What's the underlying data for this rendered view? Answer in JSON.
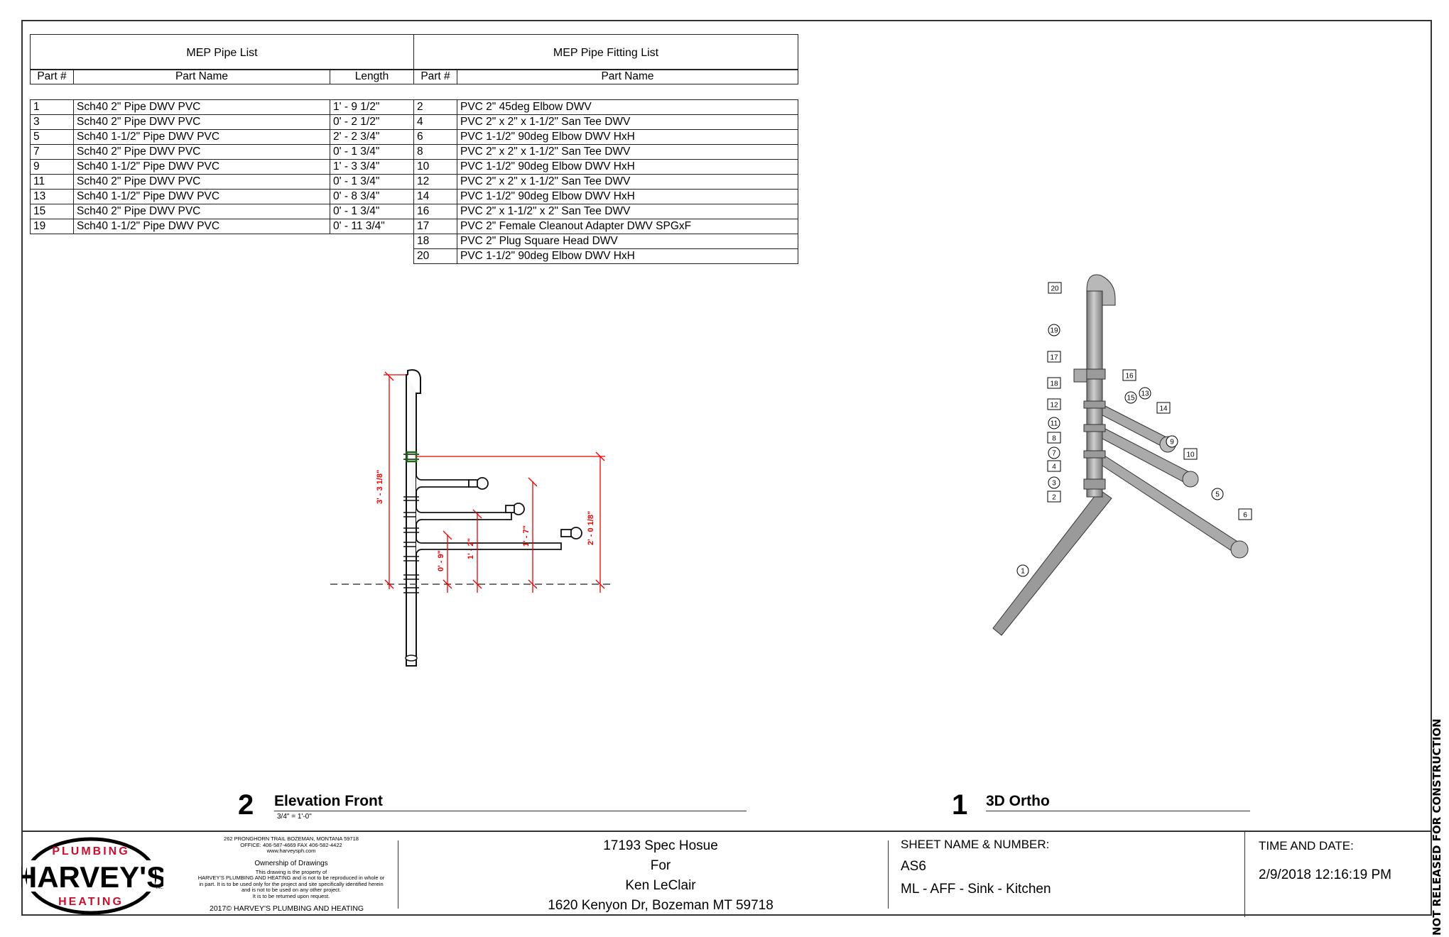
{
  "pipe_list": {
    "title": "MEP Pipe List",
    "columns": [
      "Part #",
      "Part Name",
      "Length"
    ],
    "rows": [
      [
        "1",
        "Sch40 2\" Pipe DWV PVC",
        "1' - 9 1/2\""
      ],
      [
        "3",
        "Sch40 2\" Pipe DWV PVC",
        "0' - 2 1/2\""
      ],
      [
        "5",
        "Sch40 1-1/2\" Pipe DWV PVC",
        "2' - 2 3/4\""
      ],
      [
        "7",
        "Sch40 2\" Pipe DWV PVC",
        "0' - 1 3/4\""
      ],
      [
        "9",
        "Sch40 1-1/2\" Pipe DWV PVC",
        "1' - 3 3/4\""
      ],
      [
        "11",
        "Sch40 2\" Pipe DWV PVC",
        "0' - 1 3/4\""
      ],
      [
        "13",
        "Sch40 1-1/2\" Pipe DWV PVC",
        "0' - 8 3/4\""
      ],
      [
        "15",
        "Sch40 2\" Pipe DWV PVC",
        "0' - 1 3/4\""
      ],
      [
        "19",
        "Sch40 1-1/2\" Pipe DWV PVC",
        "0' - 11 3/4\""
      ]
    ]
  },
  "fitting_list": {
    "title": "MEP Pipe Fitting List",
    "columns": [
      "Part #",
      "Part Name"
    ],
    "rows": [
      [
        "2",
        "PVC 2\" 45deg Elbow DWV"
      ],
      [
        "4",
        "PVC 2\" x 2\" x 1-1/2\" San Tee DWV"
      ],
      [
        "6",
        "PVC 1-1/2\" 90deg Elbow DWV HxH"
      ],
      [
        "8",
        "PVC 2\" x 2\" x 1-1/2\" San Tee DWV"
      ],
      [
        "10",
        "PVC 1-1/2\" 90deg Elbow DWV HxH"
      ],
      [
        "12",
        "PVC 2\" x 2\" x 1-1/2\" San Tee DWV"
      ],
      [
        "14",
        "PVC 1-1/2\" 90deg Elbow DWV HxH"
      ],
      [
        "16",
        "PVC 2\" x 1-1/2\" x 2\" San Tee DWV"
      ],
      [
        "17",
        "PVC 2\" Female Cleanout Adapter DWV SPGxF"
      ],
      [
        "18",
        "PVC 2\" Plug Square Head DWV"
      ],
      [
        "20",
        "PVC 1-1/2\" 90deg Elbow DWV HxH"
      ]
    ]
  },
  "elevation": {
    "number": "2",
    "name": "Elevation Front",
    "scale": "3/4\" = 1'-0\"",
    "dims": [
      "3' - 3 1/8\"",
      "2' - 0 1/8\"",
      "1' - 7\"",
      "1' - 2\"",
      "0' - 9\""
    ]
  },
  "ortho": {
    "number": "1",
    "name": "3D Ortho",
    "tags": [
      "20",
      "19",
      "17",
      "18",
      "16",
      "12",
      "15",
      "13",
      "14",
      "11",
      "8",
      "9",
      "10",
      "7",
      "4",
      "3",
      "2",
      "5",
      "6",
      "1"
    ]
  },
  "title_block": {
    "logo_top": "PLUMBING",
    "logo_main": "HARVEY'S",
    "logo_bottom": "HEATING",
    "logo_inc": "INC.",
    "address": "262 PRONGHORN TRAIL BOZEMAN, MONTANA 59718",
    "phone": "OFFICE: 406-587-4669 FAX 406-582-4422",
    "web": "www.harveysph.com",
    "ownership_title": "Ownership of Drawings",
    "ownership_lines": [
      "This drawing is the property of",
      "HARVEY'S PLUMBING AND HEATING and is not to be reproduced in whole or",
      "in part. It is to be used only for the project and site specifically identified herein",
      "and is not to be used on any other project.",
      "It is to be returned upon request."
    ],
    "copyright": "2017© HARVEY'S PLUMBING AND HEATING",
    "project_name": "17193 Spec Hosue",
    "project_for": "For",
    "client": "Ken LeClair",
    "project_address": "1620 Kenyon Dr, Bozeman MT 59718",
    "sheet_label": "SHEET NAME & NUMBER:",
    "sheet_number": "AS6",
    "sheet_name": "ML - AFF - Sink - Kitchen",
    "time_label": "TIME AND DATE:",
    "time_value": "2/9/2018 12:16:19 PM"
  },
  "side_note": "NOT RELEASED FOR CONSTRUCTION"
}
